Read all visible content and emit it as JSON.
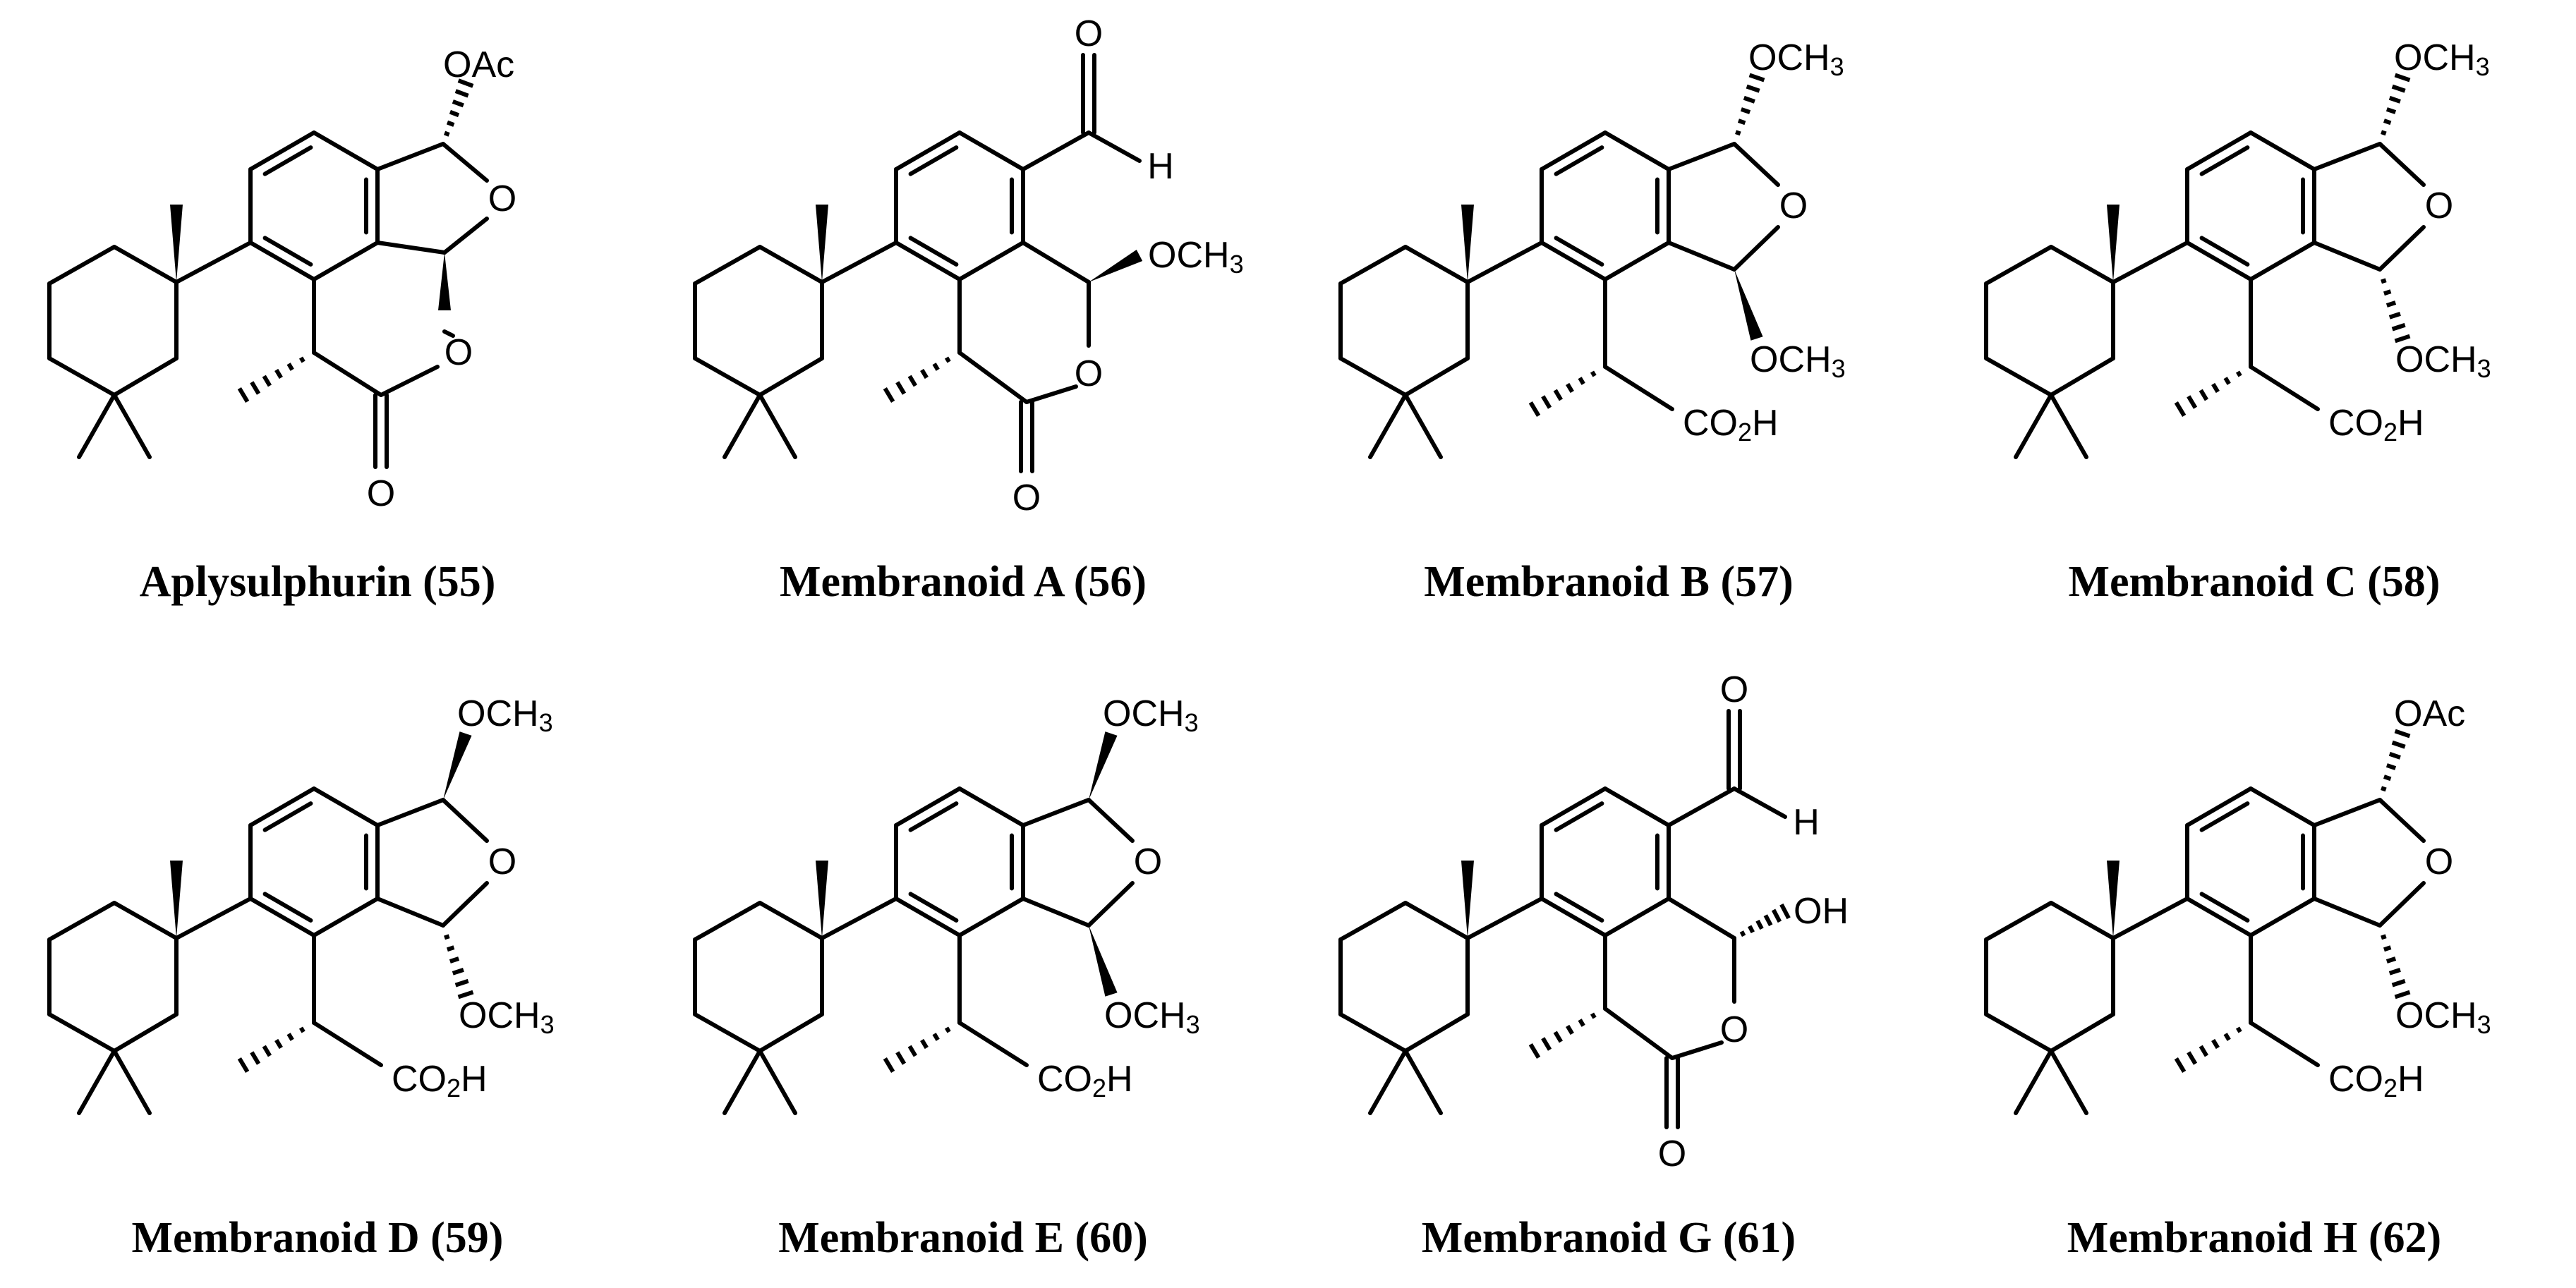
{
  "compounds": [
    {
      "name": "Aplysulphurin (55)",
      "type": "lactone",
      "ring_sub": "OAc",
      "sub_up": "OAc",
      "sub_up_stereo": "hash",
      "ring_o": "O",
      "lactone_o": "O",
      "carbonyl_o": "O"
    },
    {
      "name": "Membranoid A (56)",
      "type": "aldehyde_lactone",
      "aldehyde_o": "O",
      "aldehyde_h": "H",
      "lactone_sub": "OCH3",
      "lactone_sub_stereo": "wedge",
      "ring_o": "O",
      "carbonyl_o": "O"
    },
    {
      "name": "Membranoid B (57)",
      "type": "acetal_acid",
      "sub_up": "OCH3",
      "sub_up_stereo": "hash",
      "sub_down": "OCH3",
      "sub_down_stereo": "wedge",
      "ring_o": "O",
      "acid": "CO2H"
    },
    {
      "name": "Membranoid C (58)",
      "type": "acetal_acid",
      "sub_up": "OCH3",
      "sub_up_stereo": "hash",
      "sub_down": "OCH3",
      "sub_down_stereo": "hash",
      "ring_o": "O",
      "acid": "CO2H"
    },
    {
      "name": "Membranoid D (59)",
      "type": "acetal_acid",
      "sub_up": "OCH3",
      "sub_up_stereo": "wedge",
      "sub_down": "OCH3",
      "sub_down_stereo": "hash",
      "ring_o": "O",
      "acid": "CO2H"
    },
    {
      "name": "Membranoid E (60)",
      "type": "acetal_acid",
      "sub_up": "OCH3",
      "sub_up_stereo": "wedge",
      "sub_down": "OCH3",
      "sub_down_stereo": "wedge",
      "ring_o": "O",
      "acid": "CO2H"
    },
    {
      "name": "Membranoid G (61)",
      "type": "aldehyde_lactone",
      "aldehyde_o": "O",
      "aldehyde_h": "H",
      "lactone_sub": "OH",
      "lactone_sub_stereo": "hash",
      "ring_o": "O",
      "carbonyl_o": "O"
    },
    {
      "name": "Membranoid H (62)",
      "type": "acetal_acid",
      "sub_up": "OAc",
      "sub_up_stereo": "hash",
      "sub_down": "OCH3",
      "sub_down_stereo": "hash",
      "ring_o": "O",
      "acid": "CO2H"
    }
  ]
}
